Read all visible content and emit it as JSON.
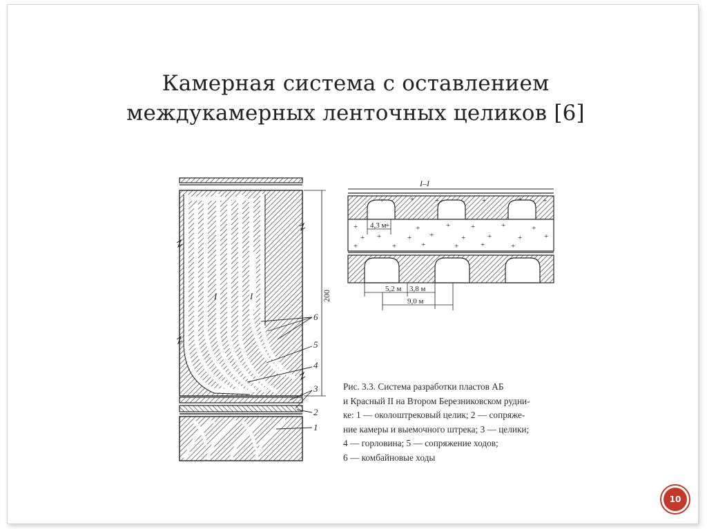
{
  "slide": {
    "title_line1": "Камерная система с оставлением",
    "title_line2": "междукамерных ленточных целиков [6]",
    "page_number": "10"
  },
  "figure": {
    "section_label": "I–I",
    "section_marker": "I",
    "dimensions": {
      "pillar_gap": "4,3 м",
      "chamber_width": "5,2 м",
      "pillar_width": "3,8 м",
      "span": "9,0 м",
      "length": "200"
    },
    "callouts": [
      "6",
      "5",
      "4",
      "3",
      "2",
      "1"
    ],
    "caption_lines": [
      "Рис. 3.3. Система разработки пластов АБ",
      "и Красный II на Втором Березниковском рудни-",
      "ке: 1 — околоштрековый целик; 2 — сопряже-",
      "ние камеры и выемочного штрека; 3 — целики;",
      "4 — горловина; 5 — сопряжение ходов;",
      "6 — комбайновые ходы"
    ]
  },
  "colors": {
    "accent": "#c0392b",
    "ink": "#222222",
    "hatch": "#333333"
  }
}
